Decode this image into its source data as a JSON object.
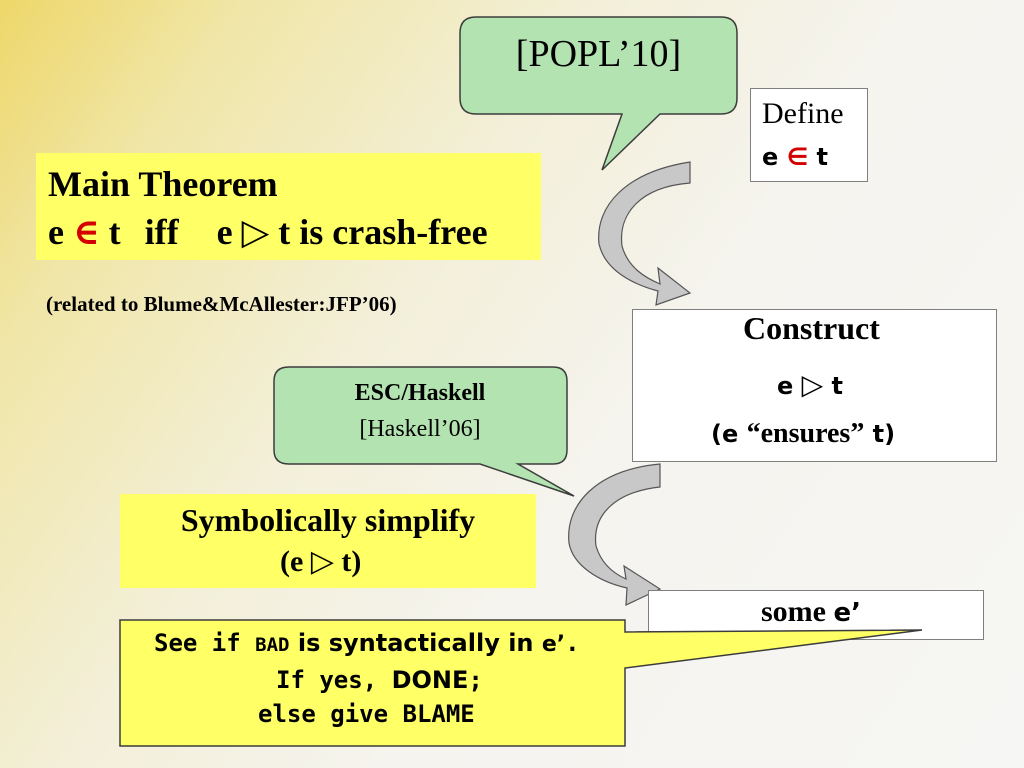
{
  "callout_popl": {
    "label": "[POPL’10]"
  },
  "define_box": {
    "line1": "Define",
    "line2_e": "e",
    "line2_sym": "∈",
    "line2_t": "t"
  },
  "main_theorem": {
    "title": "Main Theorem",
    "e1": "e",
    "in_sym": "∈",
    "t1": "t",
    "iff": "iff",
    "e2": "e",
    "tri_sym": "▷",
    "rest": "t is crash-free"
  },
  "related_note": {
    "text": "(related to Blume&McAllester:JFP’06)"
  },
  "construct_box": {
    "title": "Construct",
    "e": "e",
    "tri_sym": "▷",
    "t": "t",
    "ensures_open": "(e ",
    "ensures_word": "“ensures”",
    "ensures_close": " t)"
  },
  "callout_esc": {
    "line1": "ESC/Haskell",
    "line2": "[Haskell’06]"
  },
  "simplify_box": {
    "line1": "Symbolically simplify",
    "open": "(e ",
    "tri_sym": "▷",
    "close": " t)"
  },
  "some_box": {
    "text_some": "some ",
    "text_e": "e’"
  },
  "bad_callout": {
    "see_if": "See if ",
    "bad": "BAD",
    "middle": " is syntactically in ",
    "e": "e’",
    "period": ".",
    "if_yes": "If yes, ",
    "done": "DONE",
    "semi": ";",
    "else_line": "else give BLAME"
  },
  "colors": {
    "callout_green": "#b3e3b0",
    "box_yellow": "#ffff66",
    "symbol_red": "#d40000",
    "arrow_gray": "#c8c8c8"
  }
}
